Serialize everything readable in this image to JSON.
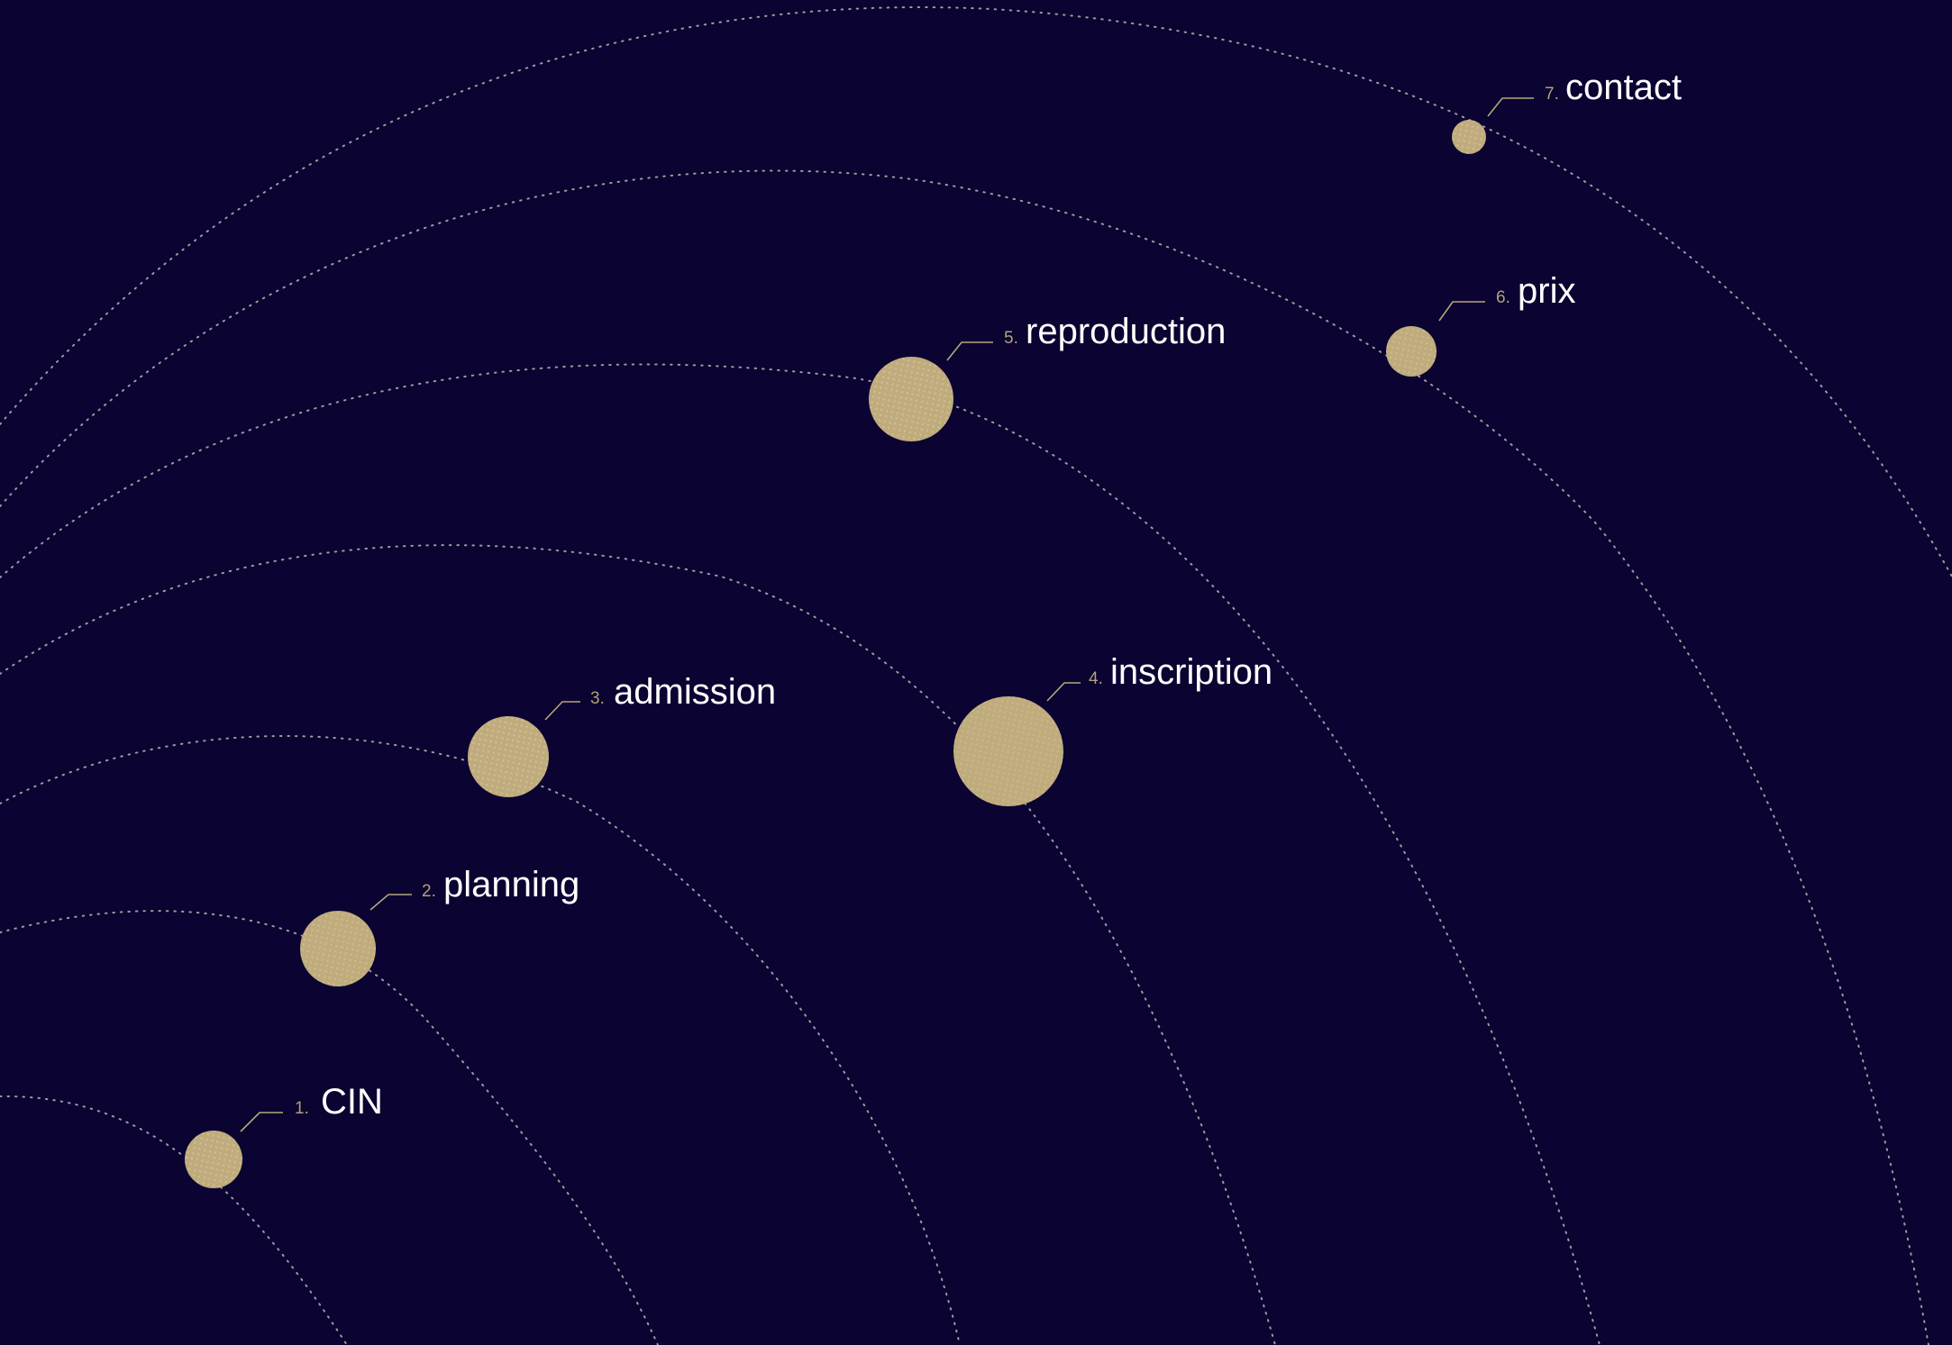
{
  "theme": {
    "background": "#0b0331",
    "planet": "#bfab7c",
    "planet_texture": "#e6dcbc",
    "orbit": "#9d9a9e",
    "number": "#b0a27a",
    "label": "#ffffff"
  },
  "nav": {
    "items": [
      {
        "number": "1.",
        "label": "CIN"
      },
      {
        "number": "2.",
        "label": "planning"
      },
      {
        "number": "3.",
        "label": "admission"
      },
      {
        "number": "4.",
        "label": "inscription"
      },
      {
        "number": "5.",
        "label": "reproduction"
      },
      {
        "number": "6.",
        "label": "prix"
      },
      {
        "number": "7.",
        "label": "contact"
      }
    ]
  }
}
